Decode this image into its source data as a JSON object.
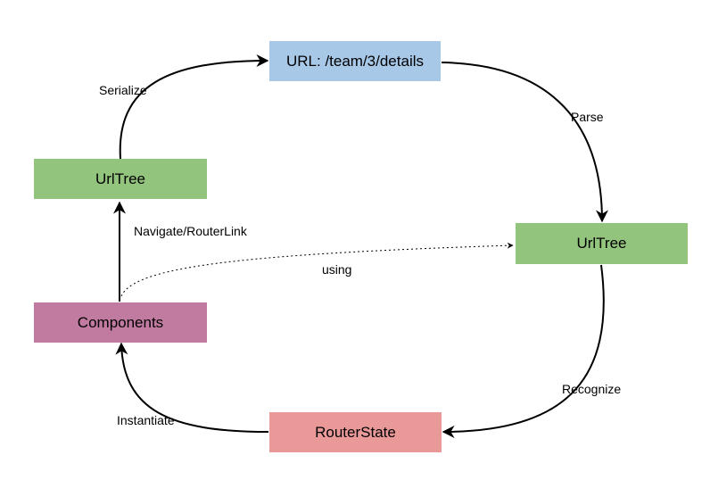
{
  "nodes": {
    "url": {
      "label": "URL: /team/3/details",
      "color": "#a8c8e8"
    },
    "urltree_left": {
      "label": "UrlTree",
      "color": "#93c47d"
    },
    "urltree_right": {
      "label": "UrlTree",
      "color": "#93c47d"
    },
    "components": {
      "label": "Components",
      "color": "#c27ba0"
    },
    "routerstate": {
      "label": "RouterState",
      "color": "#ea9999"
    }
  },
  "edges": {
    "serialize": "Serialize",
    "parse": "Parse",
    "navigate": "Navigate/RouterLink",
    "using": "using",
    "recognize": "Recognize",
    "instantiate": "Instantiate"
  }
}
